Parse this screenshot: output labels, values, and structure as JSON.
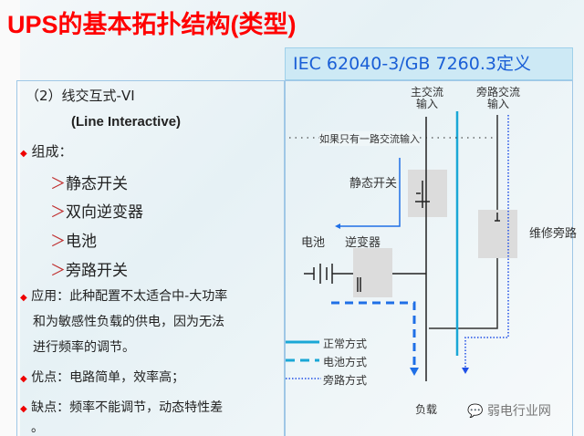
{
  "title": "UPS的基本拓扑结构(类型)",
  "standard": "IEC 62040-3/GB 7260.3定义",
  "left": {
    "heading": "（2）线交互式-VI",
    "subheading": "(Line Interactive)",
    "composition_label": "组成：",
    "components": [
      "静态开关",
      "双向逆变器",
      "电池",
      "旁路开关"
    ],
    "application": [
      "应用：此种配置不太适合中-大功率",
      "和为敏感性负载的供电，因为无法",
      "进行频率的调节。"
    ],
    "pros": "优点：电路简单，效率高；",
    "cons": "缺点：频率不能调节，动态特性差",
    "cons_end": "。",
    "bullet": "◆",
    "arrow": "＞"
  },
  "diagram": {
    "main_ac_input": [
      "主交流",
      "输入"
    ],
    "bypass_ac_input": [
      "旁路交流",
      "输入"
    ],
    "single_input_note": "如果只有一路交流输入",
    "static_switch": "静态开关",
    "battery": "电池",
    "inverter": "逆变器",
    "maintenance_bypass": "维修旁路",
    "load": "负载",
    "legend": [
      "正常方式",
      "电池方式",
      "旁路方式"
    ],
    "colors": {
      "normal": "#1aa7d6",
      "battery": "#1f6fe6",
      "bypass": "#1f4fe6"
    }
  },
  "watermark": "弱电行业网"
}
